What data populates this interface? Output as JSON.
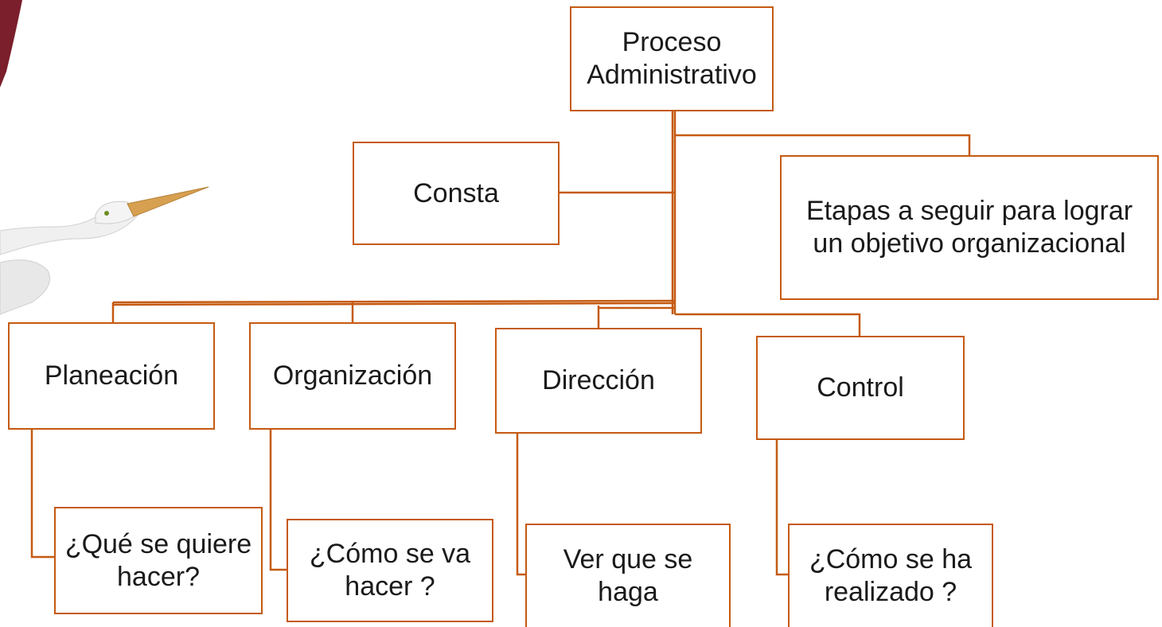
{
  "diagram": {
    "root": {
      "label": "Proceso Administrativo"
    },
    "consta": {
      "label": "Consta"
    },
    "definition": {
      "label": "Etapas a seguir para lograr un objetivo organizacional"
    },
    "stages": [
      {
        "label": "Planeación",
        "question": "¿Qué se quiere hacer?"
      },
      {
        "label": "Organización",
        "question": "¿Cómo se va hacer ?"
      },
      {
        "label": "Dirección",
        "question": "Ver que se haga"
      },
      {
        "label": "Control",
        "question": "¿Cómo se ha realizado ?"
      }
    ]
  },
  "colors": {
    "connector": "#C55A11",
    "box_border": "#C55A11",
    "accent_maroon": "#7A1F2B",
    "beak": "#D6A050"
  }
}
